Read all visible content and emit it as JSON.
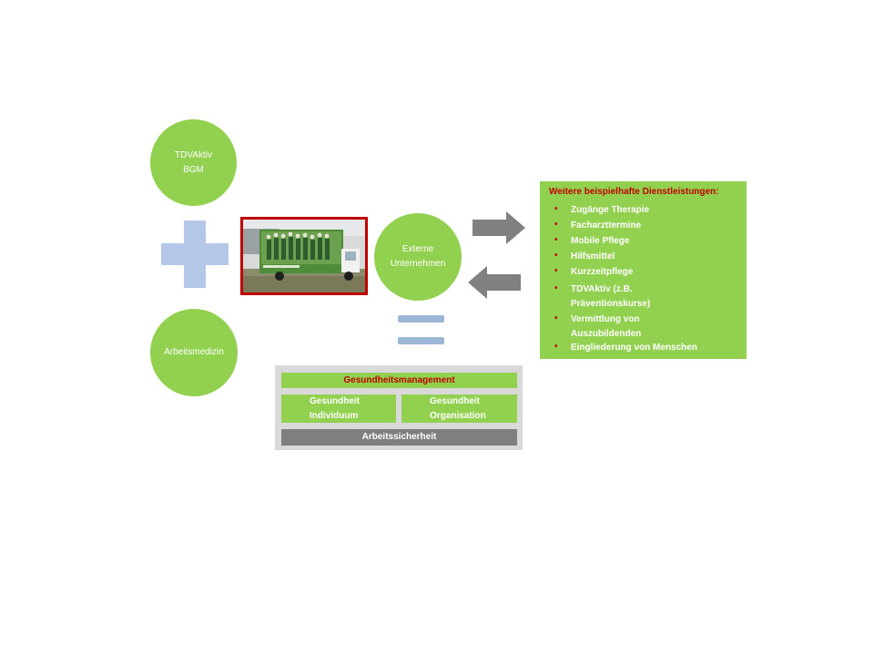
{
  "circles": {
    "tdv": {
      "line1": "TDVAktiv",
      "line2": "BGM"
    },
    "arbeitsmedizin": {
      "line1": "Arbeitsmedizin"
    },
    "extern": {
      "line1": "Externe",
      "line2": "Unternehmen"
    }
  },
  "services": {
    "title": "Weitere beispielhafte Dienstleistungen:",
    "bullet": "•",
    "items": [
      {
        "line1": "Zugänge Therapie"
      },
      {
        "line1": "Facharzttermine"
      },
      {
        "line1": "Mobile Pflege"
      },
      {
        "line1": "Hilfsmittel"
      },
      {
        "line1": "Kurzzeitpflege"
      },
      {
        "line1": "TDVAktiv (z.B.",
        "line2": "Präventionskurse)"
      },
      {
        "line1": "Vermittlung von",
        "line2": "Auszubildenden"
      },
      {
        "line1": "Eingliederung von Menschen"
      }
    ]
  },
  "bgm": {
    "title": "Gesundheitsmanagement",
    "individuum": {
      "line1": "Gesundheit",
      "line2": "Individuum"
    },
    "organisation": {
      "line1": "Gesundheit",
      "line2": "Organisation"
    },
    "safety": "Arbeitssicherheit"
  },
  "colors": {
    "green": "#92d050",
    "red": "#c00000",
    "blue_light": "#b4c7e7",
    "gray_dark": "#7f7f7f",
    "gray_light": "#d9d9d9"
  },
  "icons": {
    "plus": "plus-icon",
    "equals": "equals-icon",
    "arrow_right": "arrow-right-icon",
    "arrow_left": "arrow-left-icon"
  }
}
